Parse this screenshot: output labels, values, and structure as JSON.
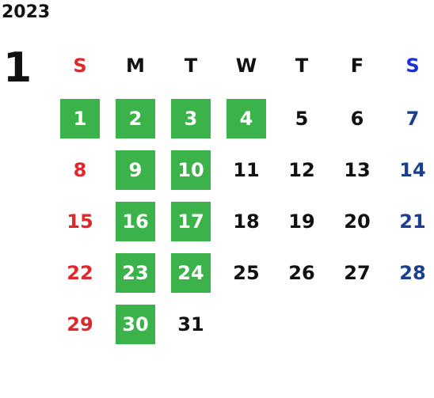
{
  "calendar": {
    "year": "2023",
    "month": "1",
    "weekdays": [
      "S",
      "M",
      "T",
      "W",
      "T",
      "F",
      "S"
    ],
    "start_offset": 0,
    "days_in_month": 31,
    "highlighted_days": [
      1,
      2,
      3,
      4,
      9,
      10,
      16,
      17,
      23,
      24,
      30
    ],
    "colors": {
      "sunday": "#e0282c",
      "saturday": "#1a3f8f",
      "saturday_header": "#1a2fd6",
      "weekday": "#111111",
      "highlight_bg": "#3bb34a",
      "highlight_text": "#ffffff"
    }
  }
}
